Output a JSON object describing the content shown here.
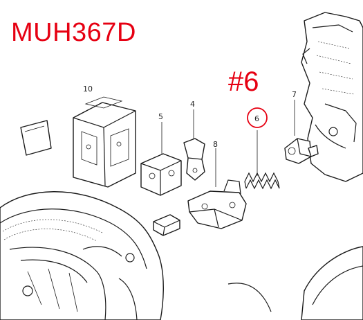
{
  "header": {
    "model": "MUH367D"
  },
  "callout": {
    "text": "#6",
    "circled_part": "6"
  },
  "parts": [
    {
      "id": "p10",
      "label": "10"
    },
    {
      "id": "p5",
      "label": "5"
    },
    {
      "id": "p4",
      "label": "4"
    },
    {
      "id": "p8",
      "label": "8"
    },
    {
      "id": "p6",
      "label": "6"
    },
    {
      "id": "p7",
      "label": "7"
    }
  ],
  "colors": {
    "accent": "#e60012",
    "ink": "#1a1a1a",
    "background": "#ffffff"
  }
}
